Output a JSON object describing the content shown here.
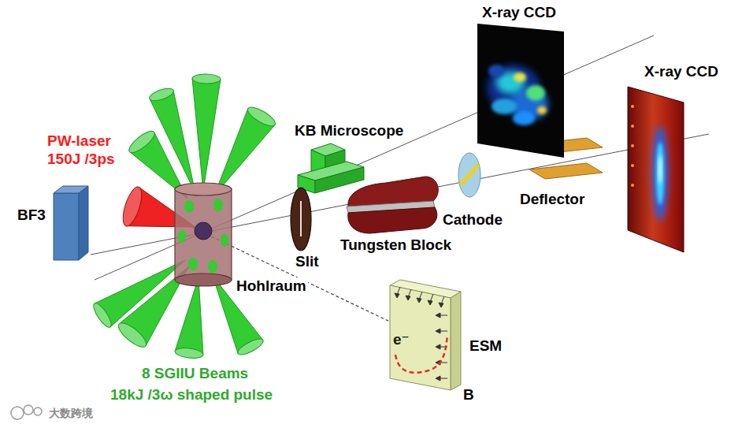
{
  "diagram": {
    "labels": [
      "X-ray CCD",
      "X-ray CCD",
      "KB Microscope",
      "PW-laser",
      "150J /3ps",
      "BF3",
      "Slit",
      "Tungsten Block",
      "Cathode",
      "Deflector",
      "Hohlraum",
      "e⁻",
      "ESM",
      "B",
      "8 SGIIU Beams",
      "18kJ /3ω shaped pulse",
      "大数跨境"
    ]
  }
}
